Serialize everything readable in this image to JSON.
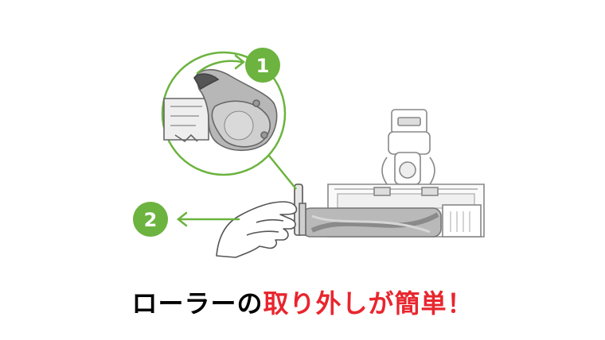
{
  "steps": [
    {
      "number": "1"
    },
    {
      "number": "2"
    }
  ],
  "caption": {
    "part1": "ローラーの",
    "part2": "取り外しが簡単！"
  },
  "colors": {
    "accent_green": "#6cb33f",
    "caption_red": "#e8262e",
    "line_gray": "#666666"
  }
}
